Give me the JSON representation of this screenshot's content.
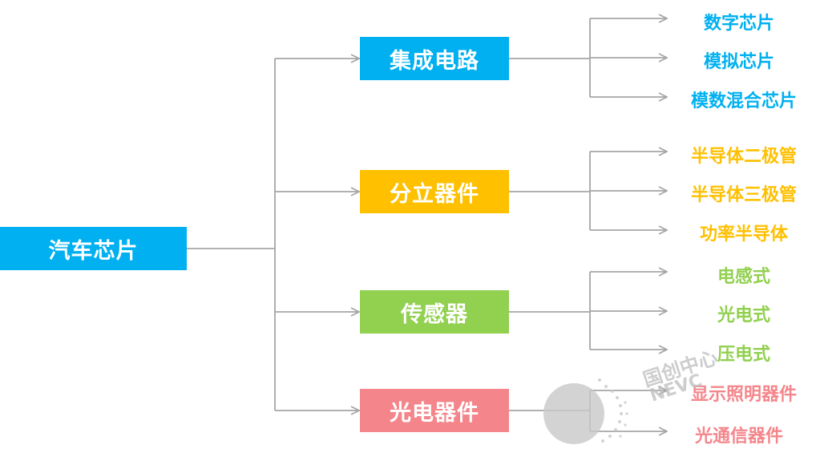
{
  "root": {
    "label": "汽车芯片",
    "color": "#00b0f0"
  },
  "categories": [
    {
      "label": "集成电路",
      "color": "#00b0f0",
      "text_color": "#00b0f0",
      "items": [
        "数字芯片",
        "模拟芯片",
        "模数混合芯片"
      ]
    },
    {
      "label": "分立器件",
      "color": "#ffc000",
      "text_color": "#ffc000",
      "items": [
        "半导体二极管",
        "半导体三极管",
        "功率半导体"
      ]
    },
    {
      "label": "传感器",
      "color": "#92d050",
      "text_color": "#92d050",
      "items": [
        "电感式",
        "光电式",
        "压电式"
      ]
    },
    {
      "label": "光电器件",
      "color": "#f4868b",
      "text_color": "#f4868b",
      "items": [
        "显示照明器件",
        "光通信器件"
      ]
    }
  ],
  "line_color": "#a6a6a6",
  "watermark": {
    "line1": "国创中心",
    "line2": "NEVC"
  }
}
